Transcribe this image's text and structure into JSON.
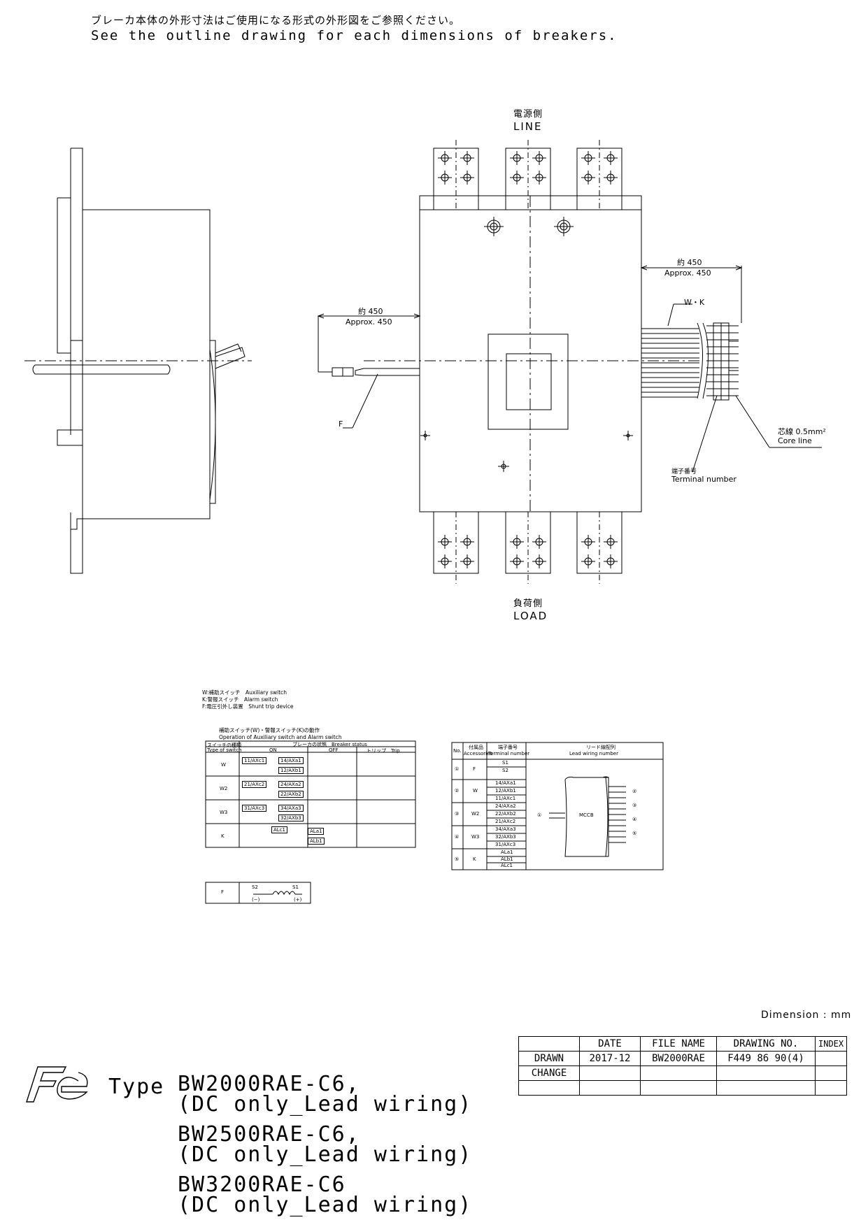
{
  "header": {
    "note_jp": "ブレーカ本体の外形寸法はご使用になる形式の外形図をご参照ください。",
    "note_en": "See the outline drawing for each dimensions of breakers."
  },
  "front_view": {
    "line_jp": "電源側",
    "line_en": "LINE",
    "load_jp": "負荷側",
    "load_en": "LOAD",
    "right_dim_jp": "約 450",
    "right_dim_en": "Approx. 450",
    "left_dim_jp": "約 450",
    "left_dim_en": "Approx. 450",
    "wk_label": "W・K",
    "f_label": "F",
    "core_jp": "芯線 0.5mm²",
    "core_en": "Core line",
    "terminal_jp": "端子番号",
    "terminal_en": "Terminal number"
  },
  "legend": {
    "line1": "W:補助スイッチ　Auxiliary switch",
    "line2": "K:警報スイッチ　Alarm switch",
    "line3": "F:電圧引外し装置　Shunt trip device"
  },
  "operation": {
    "title_jp": "補助スイッチ(W)・警報スイッチ(K)の動作",
    "title_en": "Operation of Auxiliary switch and Alarm switch",
    "type_jp": "スイッチの種類",
    "type_en": "Type of switch",
    "status_header": "ブレーカの状態　Breaker status",
    "col_on": "ON",
    "col_off": "OFF",
    "col_trip": "トリップ　Trip",
    "rows": [
      {
        "type": "W",
        "a": "11/AXc1",
        "b": "14/AXa1",
        "c": "12/AXb1"
      },
      {
        "type": "W2",
        "a": "21/AXc2",
        "b": "24/AXa2",
        "c": "22/AXb2"
      },
      {
        "type": "W3",
        "a": "31/AXc3",
        "b": "34/AXa3",
        "c": "32/AXb3"
      },
      {
        "type": "K",
        "a": "ALc1",
        "b": "ALa1",
        "c": "ALb1"
      }
    ],
    "shunt_type": "F",
    "shunt_s2": "S2",
    "shunt_s1": "S1",
    "shunt_minus": "(−)",
    "shunt_plus": "(+)"
  },
  "lead_table": {
    "h_no": "No.",
    "h_acc_jp": "付属品",
    "h_acc_en": "Accessories",
    "h_term_jp": "端子番号",
    "h_term_en": "Terminal number",
    "h_lead_jp": "リード線配列",
    "h_lead_en": "Lead wiring number",
    "groups": [
      {
        "no": "①",
        "acc": "F",
        "terms": [
          "S1",
          "S2"
        ]
      },
      {
        "no": "②",
        "acc": "W",
        "terms": [
          "14/AXa1",
          "12/AXb1",
          "11/AXc1"
        ]
      },
      {
        "no": "③",
        "acc": "W2",
        "terms": [
          "24/AXa2",
          "22/AXb2",
          "21/AXc2"
        ]
      },
      {
        "no": "④",
        "acc": "W3",
        "terms": [
          "34/AXa3",
          "32/AXb3",
          "31/AXc3"
        ]
      },
      {
        "no": "⑤",
        "acc": "K",
        "terms": [
          "ALa1",
          "ALb1",
          "ALc1"
        ]
      }
    ],
    "mccb": "MCCB",
    "left_marker": "①",
    "right_markers": [
      "②",
      "③",
      "④",
      "⑤"
    ]
  },
  "title_block": {
    "dimension_note": "Dimension : mm",
    "headers": [
      "",
      "DATE",
      "FILE NAME",
      "DRAWING NO.",
      "INDEX"
    ],
    "rows": [
      [
        "DRAWN",
        "2017-12",
        "BW2000RAE",
        "F449 86 90(4)",
        ""
      ],
      [
        "CHANGE",
        "",
        "",
        "",
        ""
      ],
      [
        "",
        "",
        "",
        "",
        ""
      ]
    ]
  },
  "product": {
    "type_prefix": "Type",
    "lines": [
      "BW2000RAE-C6,",
      "(DC only_Lead wiring)",
      "BW2500RAE-C6,",
      "(DC only_Lead wiring)",
      "BW3200RAE-C6",
      "(DC only_Lead wiring)"
    ]
  }
}
